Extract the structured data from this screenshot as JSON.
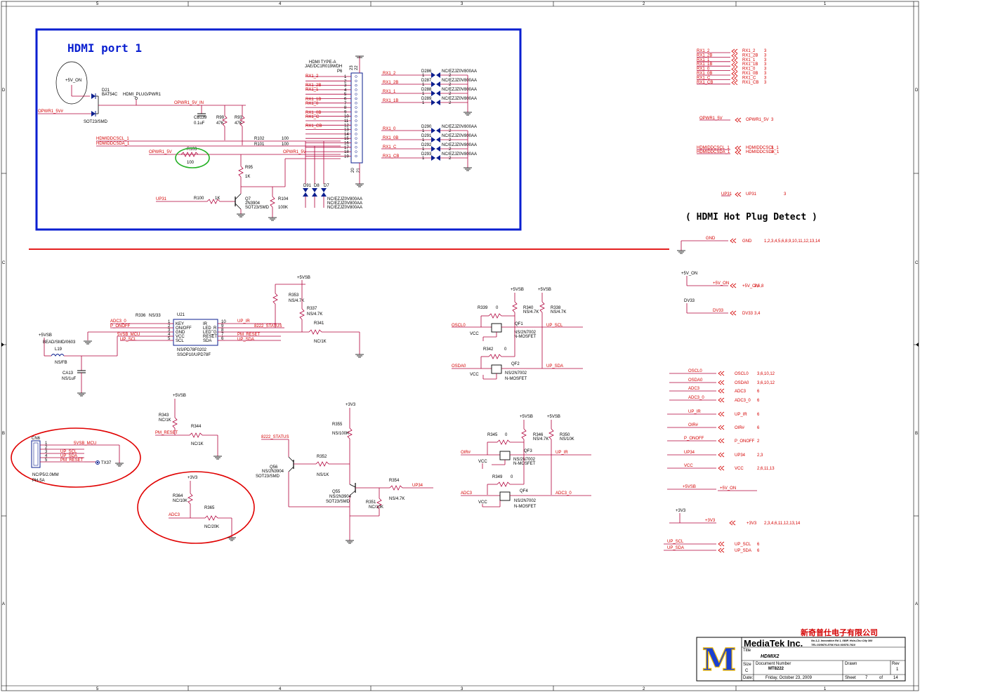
{
  "colors": {
    "wire": "#b0003a",
    "net": "#d40000",
    "part": "#000000",
    "diode": "#0b1f8f",
    "port_box": "#0a1fd0",
    "highlight": "#22b022",
    "ellipse": "#e00000",
    "divider": "#e00000",
    "title_red": "#d40000"
  },
  "ruler": {
    "top": [
      "5",
      "4",
      "3",
      "2",
      "1"
    ],
    "bottom": [
      "5",
      "4",
      "3",
      "2",
      "1"
    ],
    "left": [
      "D",
      "C",
      "B",
      "A"
    ],
    "right": [
      "D",
      "C",
      "B",
      "A"
    ]
  },
  "hdmi_port": {
    "title": "HDMI port 1"
  },
  "hot_plug_title": "( HDMI Hot Plug Detect )",
  "p6": {
    "header1": "HDMI TYPE-A",
    "header2": "JAE/DC1R019WDH",
    "ref": "P6",
    "pins": [
      "1",
      "2",
      "3",
      "4",
      "5",
      "6",
      "7",
      "8",
      "9",
      "10",
      "11",
      "12",
      "13",
      "14",
      "15",
      "16",
      "17",
      "18",
      "19"
    ],
    "top_pins": [
      "23",
      "22"
    ],
    "bot_pins": [
      "20",
      "21"
    ],
    "nets": [
      "RX1_2",
      "",
      "RX1_2B",
      "RX1_1",
      "",
      "RX1_1B",
      "RX1_0",
      "",
      "RX1_0B",
      "RX1_C",
      "",
      "RX1_CB"
    ]
  },
  "esd_top": {
    "refs": [
      "D286",
      "D287",
      "D288",
      "D289"
    ],
    "nets": [
      "RX1_2",
      "RX1_2B",
      "RX1_1",
      "RX1_1B"
    ],
    "part": "NC/EZJZ0V800AA"
  },
  "esd_mid": {
    "refs": [
      "D290",
      "D291",
      "D292",
      "D293"
    ],
    "nets": [
      "RX1_0",
      "RX1_0B",
      "RX1_C",
      "RX1_CB"
    ],
    "part": "NC/EZJZ0V800AA"
  },
  "esd_bottom": {
    "refs": [
      "D91",
      "D8",
      "D7"
    ],
    "parts": [
      "NC/EZJZ0V800AA",
      "NC/EZJZ0V800AA",
      "NC/EZJZ0V800AA"
    ]
  },
  "d21": {
    "ref": "D21",
    "part": "BAT54C",
    "pkg": "SOT23/SMD",
    "vin": "+5V_ON",
    "opwr": "OPWR1_5V#",
    "net": "HDMI_PLUG/PWR1"
  },
  "parts_port": {
    "cb139": "CB139",
    "cb139v": "0.1uF",
    "r99": "R99",
    "r99v": "47K",
    "r93": "R93",
    "r93v": "47K",
    "opwr_in": "OPWR1_5V_IN",
    "ddc_scl": "HDMIDDCSCL_1",
    "ddc_sda": "HDMIDDCSDA_1",
    "r102": "R102",
    "r101": "R101",
    "r102v": "100",
    "r101v": "100",
    "opwr1": "OPWR1_5V",
    "opwr1b": "OPWR1_5V",
    "r103": "R103",
    "r103v": "100",
    "r95": "R95",
    "r95v": "1K",
    "up31": "UP31",
    "r100": "R100",
    "r100v": "1K",
    "q7": "Q7",
    "q7p": "2N3904",
    "q7k": "SOT23/SMD",
    "r104": "R104",
    "r104v": "100K"
  },
  "offpage": [
    {
      "net": "RX1_2",
      "sheet": "3"
    },
    {
      "net": "RX1_2B",
      "sheet": "3"
    },
    {
      "net": "RX1_1",
      "sheet": "3"
    },
    {
      "net": "RX1_1B",
      "sheet": "3"
    },
    {
      "net": "RX1_0",
      "sheet": "3"
    },
    {
      "net": "RX1_0B",
      "sheet": "3"
    },
    {
      "net": "RX1_C",
      "sheet": "3"
    },
    {
      "net": "RX1_CB",
      "sheet": "3"
    }
  ],
  "offpage2": [
    {
      "left": "OPWR1_5V",
      "right": "OPWR1_5V",
      "sheet": "3"
    },
    {
      "left": "HDMIDDCSCL_1",
      "right": "HDMIDDCSCL_1",
      "sheet": "3"
    },
    {
      "left": "HDMIDDCSDA_1",
      "right": "HDMIDDCSDA_1",
      "sheet": "3"
    },
    {
      "left": "UP31",
      "right": "UP31",
      "sheet": "3"
    }
  ],
  "power_nets": [
    {
      "left": "GND",
      "right": "GND",
      "sheets": "1,2,3,4,5,6,8,9,10,11,12,13,14"
    },
    {
      "left": "+5V_ON",
      "right": "+5V_ON",
      "sheets": "2,6,8",
      "top": "+5V_ON"
    },
    {
      "left": "DV33",
      "right": "DV33",
      "sheets": "3,4",
      "top": "DV33"
    }
  ],
  "signal_nets": [
    {
      "left": "OSCL0",
      "right": "OSCL0",
      "sheets": "3,6,10,12"
    },
    {
      "left": "OSDA0",
      "right": "OSDA0",
      "sheets": "3,6,10,12"
    },
    {
      "left": "ADC3",
      "right": "ADC3",
      "sheets": "6"
    },
    {
      "left": "ADC3_0",
      "right": "ADC3_0",
      "sheets": "6"
    },
    {
      "left": "UP_IR",
      "right": "UP_IR",
      "sheets": "6"
    },
    {
      "left": "OIR#",
      "right": "OIR#",
      "sheets": "6"
    },
    {
      "left": "P_ONOFF",
      "right": "P_ONOFF",
      "sheets": "2"
    },
    {
      "left": "UP34",
      "right": "UP34",
      "sheets": "2,3"
    },
    {
      "left": "VCC",
      "right": "VCC",
      "sheets": "2,6,11,13"
    },
    {
      "left": "+5VSB",
      "right": "+5V_ON",
      "sheets": ""
    },
    {
      "left": "+3V3",
      "right": "+3V3",
      "sheets": "2,3,4,6,11,12,13,14",
      "top": "+3V3"
    },
    {
      "left": "UP_SCL",
      "right": "UP_SCL",
      "sheets": "6"
    },
    {
      "left": "UP_SDA",
      "right": "UP_SDA",
      "sheets": "6"
    }
  ],
  "u21": {
    "ref": "U21",
    "part": "NS/PD78F0202",
    "pkg": "SSOP10/UPD78F",
    "lpins": [
      "KEY",
      "ON/OFF",
      "GND",
      "VCC",
      "SCL"
    ],
    "lnums": [
      "1",
      "2",
      "3",
      "4",
      "5"
    ],
    "rpins": [
      "IR",
      "LED_R",
      "LED_G",
      "RESET",
      "SDA"
    ],
    "rnums": [
      "10",
      "9",
      "8",
      "7",
      "6"
    ],
    "left_nets": [
      "ADC3_0",
      "P_ONOFF",
      "",
      "5VSB_MCU",
      "UP_SCL"
    ],
    "right_nets": [
      "UP_IR",
      "8222_STATUS",
      "",
      "PM_RESET",
      "UP_SDA"
    ],
    "r336": "R336",
    "r336v": "NS/33",
    "r353": "R353",
    "r353v": "NS/4.7K",
    "r337": "R337",
    "r337v": "NS/4.7K",
    "r341": "R341",
    "r341v": "NC/1K",
    "vsb": "+5VSB"
  },
  "l19": {
    "vsb": "+5VSB",
    "bead": "BEAD/SMD/0603",
    "ref": "L19",
    "val": "NS/FB",
    "ca13": "CA13",
    "ca13v": "NS/1uF"
  },
  "cn6": {
    "ref": "CN6",
    "pins": [
      "1",
      "2",
      "3",
      "4",
      "5"
    ],
    "nets": [
      "5VSB_MCU",
      "",
      "UP_SCL",
      "UP_SDA",
      "PM_RESET"
    ],
    "part": "NC/P5/2.0MM",
    "pkg": "PH-5A",
    "tp": "TX37"
  },
  "pm_reset": {
    "vsb": "+5VSB",
    "r343": "R343",
    "r343v": "NC/1K",
    "net": "PM_RESET",
    "r344": "R344",
    "r344v": "NC/1K"
  },
  "adc_div": {
    "v33": "+3V3",
    "r364": "R364",
    "r364v": "NC/10K",
    "net": "ADC3",
    "r365": "R365",
    "r365v": "NC/20K"
  },
  "q56": {
    "v33": "+3V3",
    "status": "8222_STATUS",
    "ref": "Q56",
    "part": "NS/2N3904",
    "pkg": "SOT23/SMD",
    "r352": "R352",
    "r352v": "NS/1K",
    "r355": "R355",
    "r355v": "NS/100K",
    "q55": "Q55",
    "q55p": "NS/2N3904",
    "q55k": "SOT23/SMD",
    "r351": "R351",
    "r351v": "NC/10K",
    "r354": "R354",
    "r354v": "NS/4.7K",
    "up34": "UP34"
  },
  "qf1": {
    "vsb1": "+5VSB",
    "vsb2": "+5VSB",
    "r339": "R339",
    "r339v": "0",
    "r340": "R340",
    "r340v": "NS/4.7K",
    "r338": "R338",
    "r338v": "NS/4.7K",
    "ref": "QF1",
    "part": "NS/2N7002",
    "type": "N-MOSFET",
    "osc": "OSCL0",
    "vcc": "VCC",
    "up": "UP_SCL",
    "r342": "R342",
    "r342v": "0",
    "qf2": "QF2",
    "qf2p": "NS/2N7002",
    "qf2t": "N-MOSFET",
    "osda": "OSDA0",
    "vcc2": "VCC",
    "upsda": "UP_SDA"
  },
  "qf3": {
    "vsb1": "+5VSB",
    "vsb2": "+5VSB",
    "r345": "R345",
    "r345v": "0",
    "r346": "R346",
    "r346v": "NS/4.7K",
    "r350": "R350",
    "r350v": "NS/10K",
    "ref": "QF3",
    "part": "NS/2N7002",
    "type": "N-MOSFET",
    "oir": "OIR#",
    "vcc": "VCC",
    "upir": "UP_IR",
    "r349": "R349",
    "r349v": "0",
    "qf4": "QF4",
    "qf4p": "NS/2N7002",
    "qf4t": "N-MOSFET",
    "adc": "ADC3",
    "vcc2": "VCC",
    "adc0": "ADC3_0"
  },
  "titleblock": {
    "cn": "新奇普仕电子有限公司",
    "company": "MediaTek Inc.",
    "addr1": "No.1-2, Innovation Rd 1, SBIP, Hsin-Chu City 300",
    "addr2": "TEL:03/5670-5766  FAX:03/578-7610",
    "title_label": "Title",
    "title": "HDMIX2",
    "size_label": "Size",
    "size": "C",
    "doc_label": "Document Number",
    "doc": "MT8222",
    "drawn_label": "Drawn",
    "rev_label": "Rev",
    "rev": "1",
    "date_label": "Date:",
    "date": "Friday, October 23, 2009",
    "sheet_label": "Sheet",
    "sheet": "7",
    "of": "of",
    "total": "14",
    "logo": "M"
  }
}
